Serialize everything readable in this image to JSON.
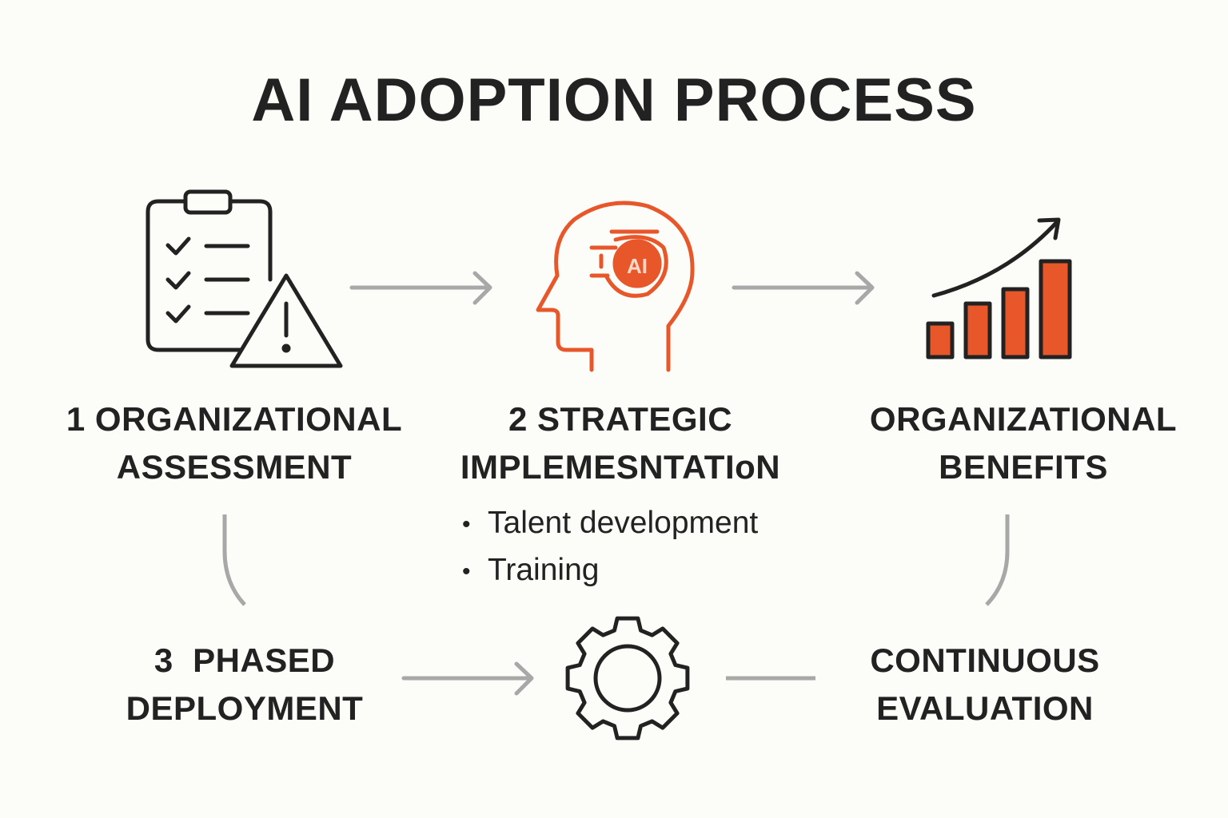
{
  "title": "AI ADOPTION PROCESS",
  "colors": {
    "accent": "#e8572a",
    "ink": "#222222",
    "connector": "#a8a8a8",
    "background": "#fcfcf9"
  },
  "steps": [
    {
      "icon": "clipboard-warning-icon",
      "line1": "1 ORGANIZATIONAL",
      "line2": "ASSESSMENT"
    },
    {
      "icon": "ai-head-icon",
      "line1": "2 STRATEGIC",
      "line2": "IMPLEMESNTATIoN",
      "bullets": [
        "Talent development",
        "Training"
      ]
    },
    {
      "icon": "growth-chart-icon",
      "line1": "ORGANIZATIONAL",
      "line2": "BENEFITS"
    },
    {
      "line1": "3  PHASED",
      "line2": "DEPLOYMENT"
    },
    {
      "icon": "gear-icon"
    },
    {
      "line1": "CONTINUOUS",
      "line2": "EVALUATION"
    }
  ]
}
